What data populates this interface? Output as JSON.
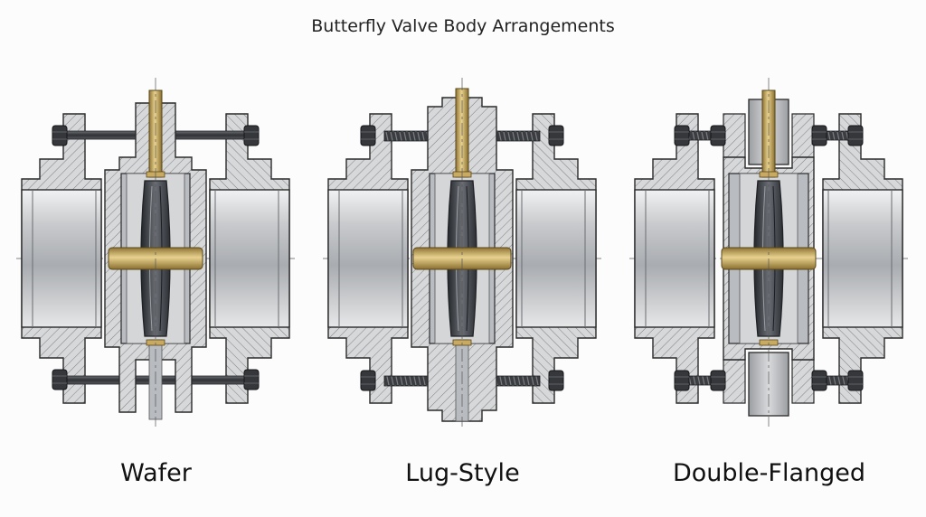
{
  "title": "Butterfly Valve Body Arrangements",
  "arrangements": [
    {
      "label": "Wafer"
    },
    {
      "label": "Lug-Style"
    },
    {
      "label": "Double-Flanged"
    }
  ],
  "colors": {
    "steel": "#c7c9cc",
    "steel_dark": "#8e9196",
    "outline": "#2a2a2a",
    "shaft": "#c9aa62",
    "disc": "#3c3f44",
    "bolt": "#3a3c40",
    "hatch": "#7d7f83"
  }
}
